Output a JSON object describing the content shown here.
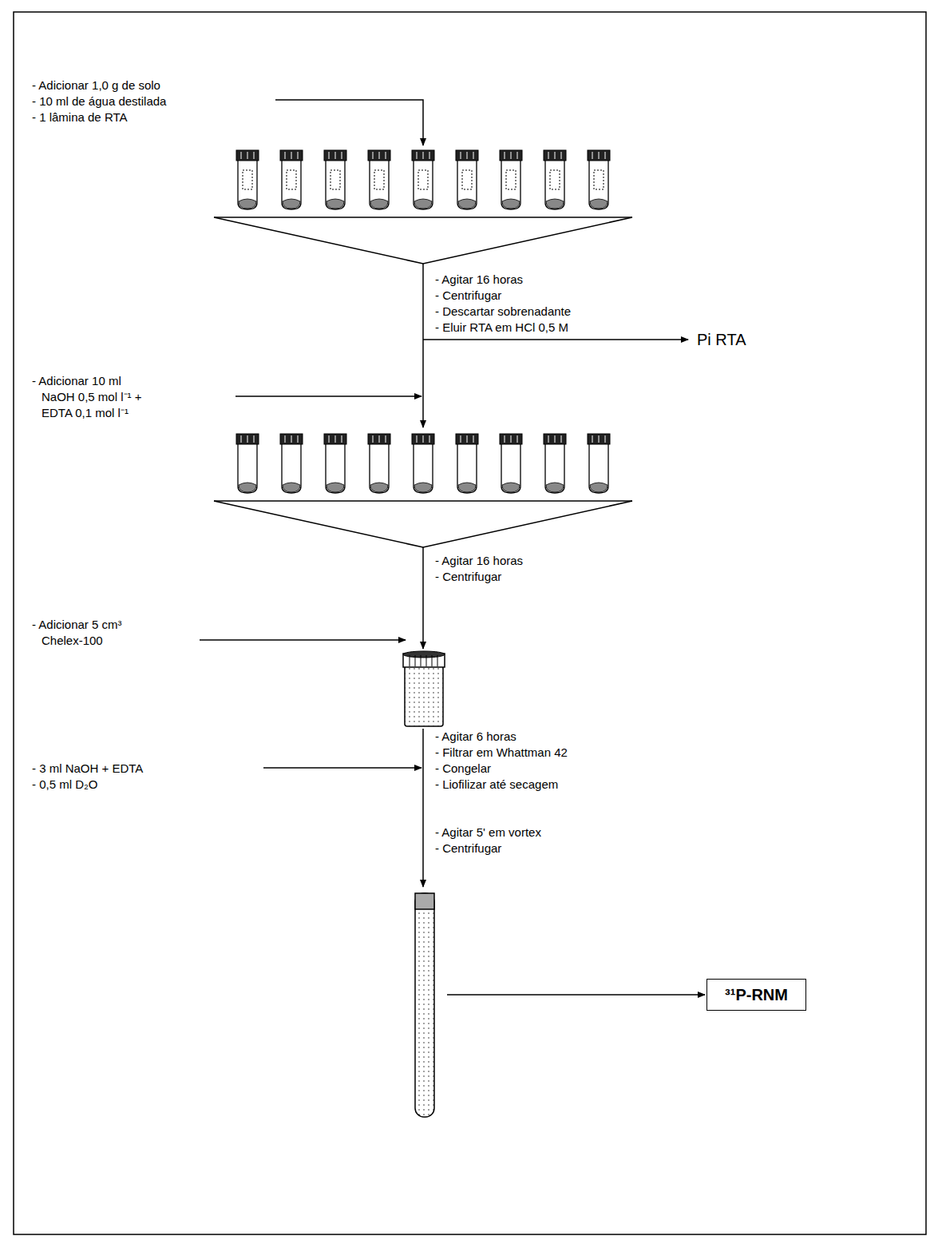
{
  "diagram": {
    "nodes": [
      {
        "text": [
          "³¹P-RNM"
        ]
      }
    ],
    "labels": [
      "- Adicionar 1,0 g de solo",
      "- 10 ml de água destilada",
      "- 1 lâmina de RTA",
      "- Agitar 16 horas",
      "- Centrifugar",
      "- Descartar sobrenadante",
      "- Eluir RTA em HCl 0,5 M",
      "Pi RTA",
      "- Adicionar 10 ml",
      "NaOH 0,5 mol l⁻¹ +",
      "EDTA 0,1 mol l⁻¹",
      "- Agitar 16 horas",
      "- Centrifugar",
      "- Adicionar 5 cm³",
      "Chelex-100",
      "- Agitar 6 horas",
      "- Filtrar em Whattman 42",
      "- Congelar",
      "- Liofilizar até secagem",
      "- 3 ml NaOH + EDTA",
      "- 0,5 ml D₂O",
      "- Agitar 5' em vortex",
      "- Centrifugar"
    ]
  }
}
